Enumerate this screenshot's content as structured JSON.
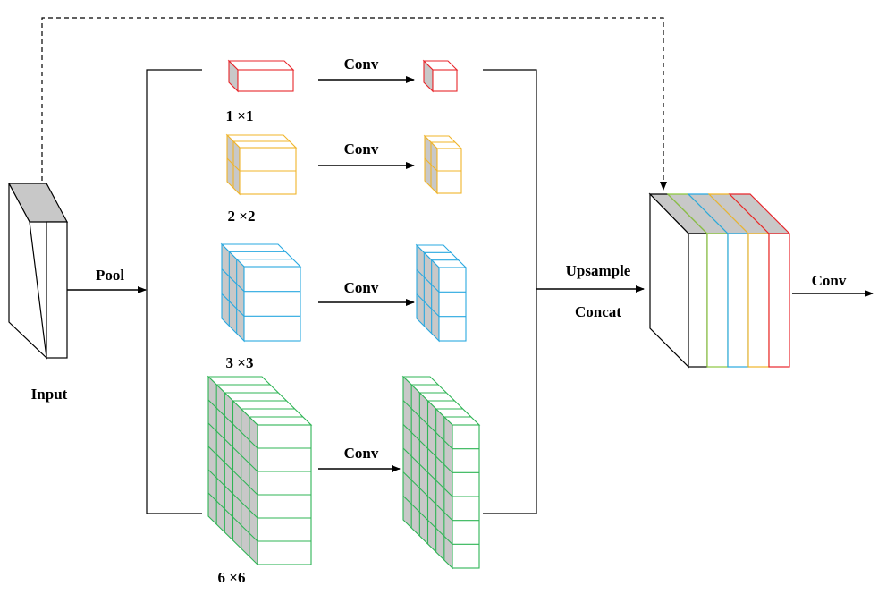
{
  "labels": {
    "input": "Input",
    "pool": "Pool",
    "upsample": "Upsample",
    "concat": "Concat",
    "conv_out": "Conv"
  },
  "branches": [
    {
      "scale": "1 ×1",
      "conv": "Conv",
      "color": "#e8262b",
      "grid": 1
    },
    {
      "scale": "2 ×2",
      "conv": "Conv",
      "color": "#f0b429",
      "grid": 2
    },
    {
      "scale": "3 ×3",
      "conv": "Conv",
      "color": "#29a8e0",
      "grid": 3
    },
    {
      "scale": "6 ×6",
      "conv": "Conv",
      "color": "#2fb455",
      "grid": 6
    }
  ],
  "colors": {
    "stroke": "#000000",
    "face_grey": "#c8c8c8",
    "concat_layers": [
      "#000000",
      "#8cc63f",
      "#29a8e0",
      "#f0b429",
      "#e8262b"
    ]
  }
}
